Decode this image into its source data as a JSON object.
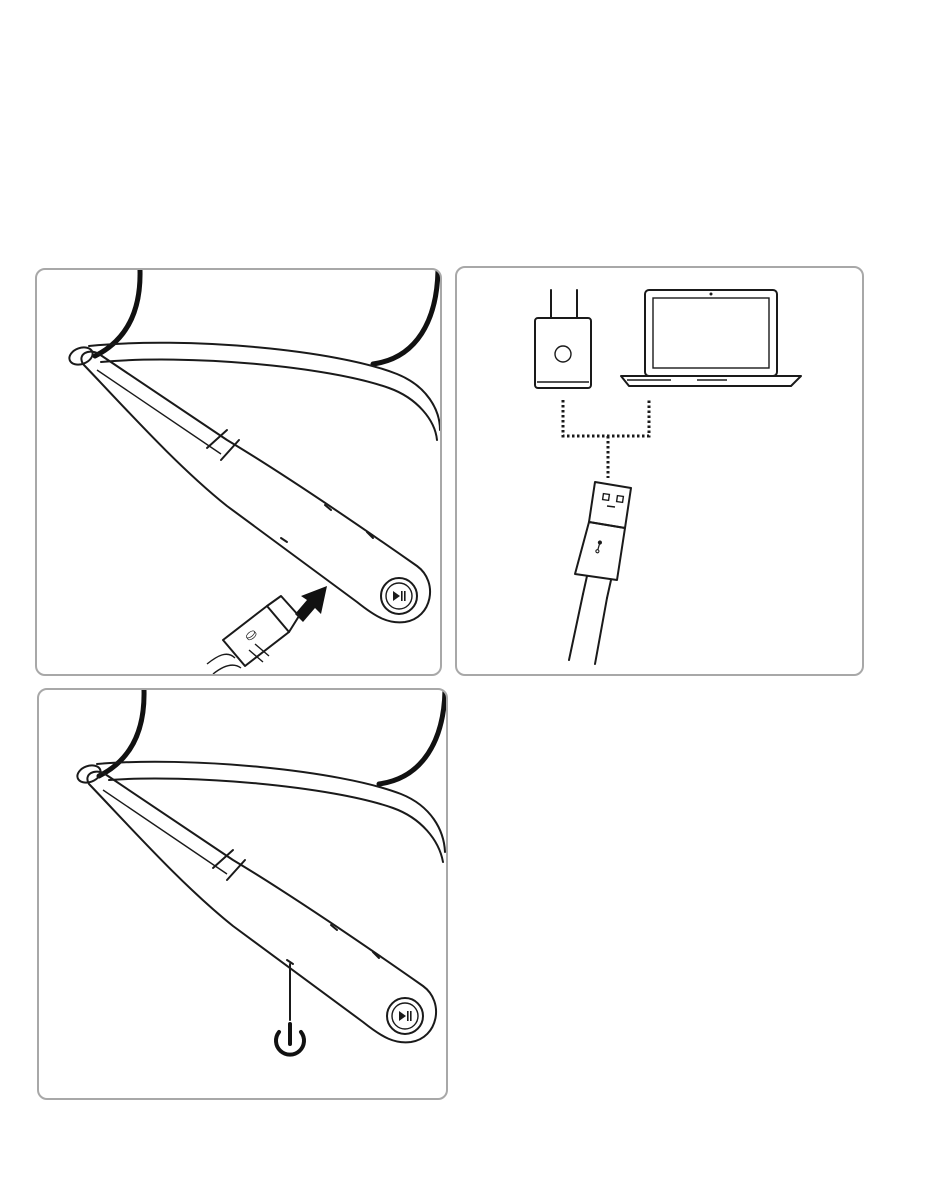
{
  "figure": {
    "panels": [
      {
        "step": "plug-usb-into-neckband",
        "icons": [
          "usb-cable-icon",
          "arrow-icon",
          "play-pause-button-icon"
        ]
      },
      {
        "step": "connect-to-power-source",
        "icons": [
          "wall-charger-icon",
          "laptop-icon",
          "usb-connector-icon",
          "usb-symbol-icon"
        ]
      },
      {
        "step": "press-power-button",
        "icons": [
          "power-icon",
          "play-pause-button-icon"
        ]
      }
    ],
    "colors": {
      "line": "#1a1a1a",
      "border": "#a8a8a8",
      "background": "#ffffff"
    }
  }
}
